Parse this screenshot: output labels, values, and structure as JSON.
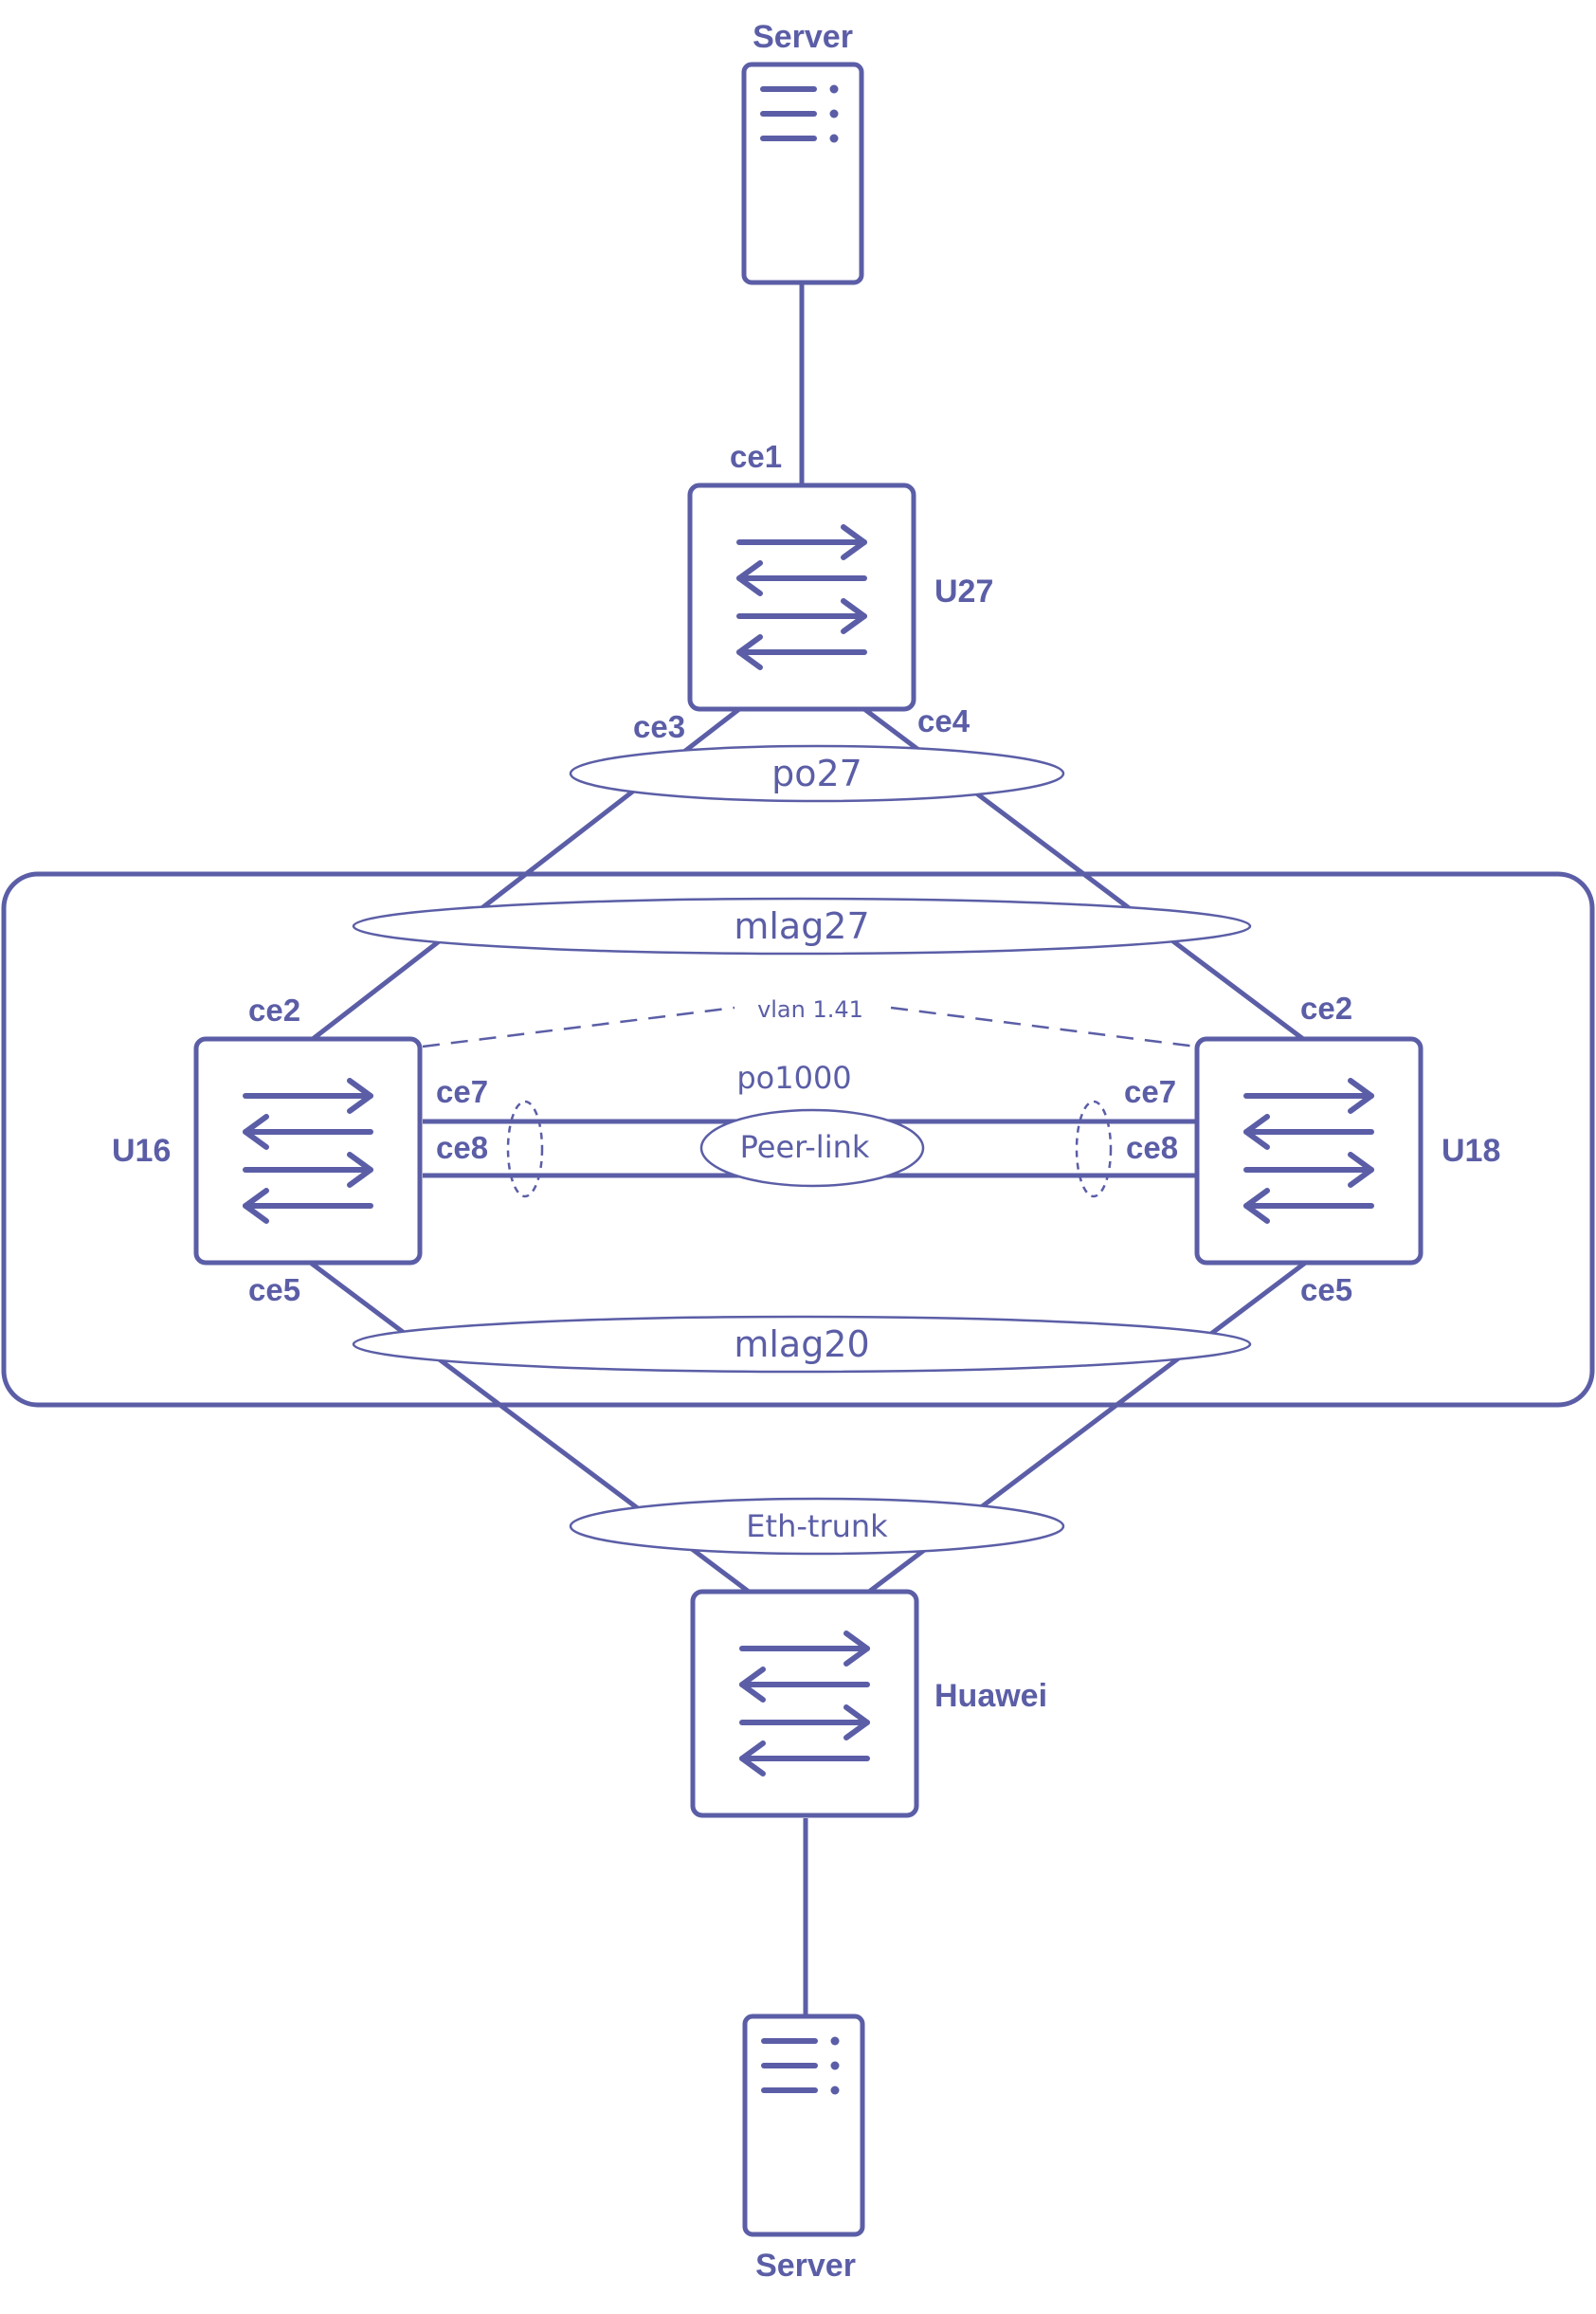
{
  "colors": {
    "stroke": "#5b5ea6",
    "background": "#ffffff"
  },
  "nodes": {
    "server_top": {
      "label": "Server",
      "icon": "server-icon"
    },
    "u27": {
      "label": "U27",
      "icon": "switch-icon"
    },
    "u16": {
      "label": "U16",
      "icon": "switch-icon"
    },
    "u18": {
      "label": "U18",
      "icon": "switch-icon"
    },
    "huawei": {
      "label": "Huawei",
      "icon": "switch-icon"
    },
    "server_bottom": {
      "label": "Server",
      "icon": "server-icon"
    }
  },
  "ports": {
    "u27_ce1": "ce1",
    "u27_ce3": "ce3",
    "u27_ce4": "ce4",
    "u16_ce2": "ce2",
    "u16_ce7": "ce7",
    "u16_ce8": "ce8",
    "u16_ce5": "ce5",
    "u18_ce2": "ce2",
    "u18_ce7": "ce7",
    "u18_ce8": "ce8",
    "u18_ce5": "ce5"
  },
  "groups": {
    "po27": "po27",
    "mlag27": "mlag27",
    "vlan": "vlan 1.41",
    "po1000": "po1000",
    "peer_link": "Peer-link",
    "mlag20": "mlag20",
    "eth_trunk": "Eth-trunk"
  }
}
